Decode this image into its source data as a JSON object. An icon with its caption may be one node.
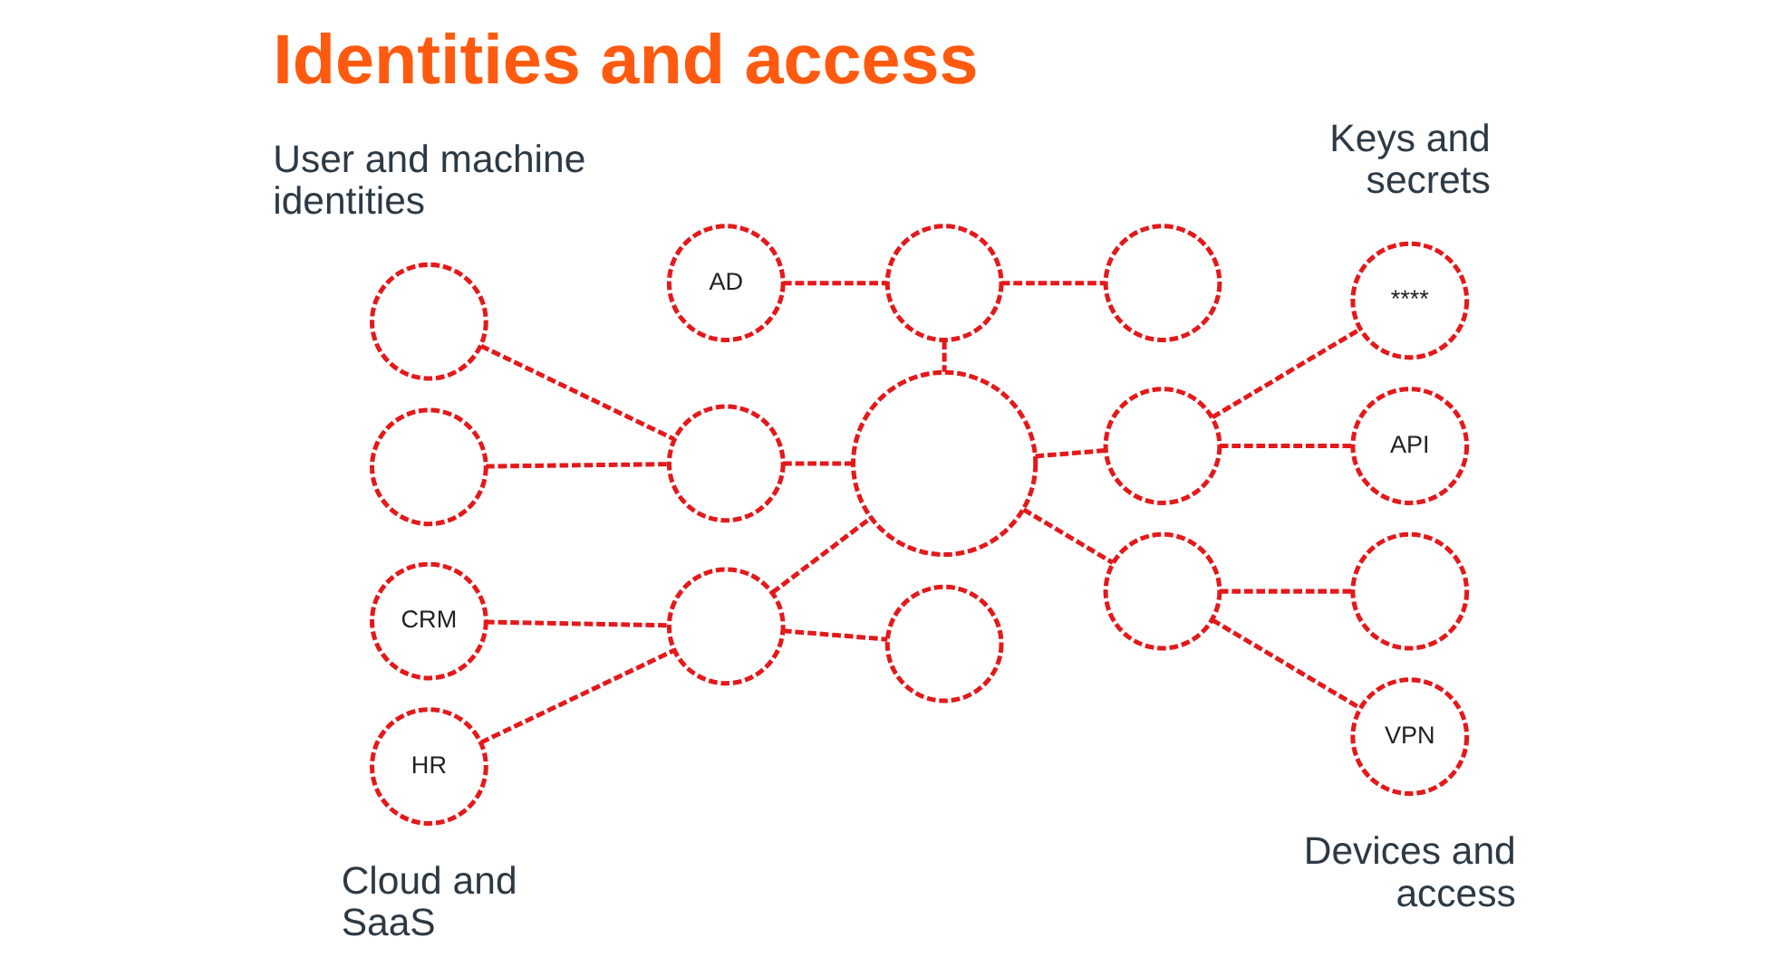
{
  "diagram": {
    "title": "Identities and access",
    "nodes": [
      {
        "text": [
          "AD"
        ]
      },
      {
        "text": [],
        "shape": "circle"
      },
      {
        "text": [],
        "shape": "circle"
      },
      {
        "text": [],
        "shape": "circle"
      },
      {
        "text": [
          "****"
        ]
      },
      {
        "text": [],
        "shape": "circle"
      },
      {
        "text": [],
        "shape": "circle"
      },
      {
        "text": [],
        "shape": "circle"
      },
      {
        "text": [],
        "shape": "circle"
      },
      {
        "text": [
          "API"
        ]
      },
      {
        "text": [
          "CRM"
        ]
      },
      {
        "text": [],
        "shape": "circle"
      },
      {
        "text": [],
        "shape": "circle"
      },
      {
        "text": [],
        "shape": "circle"
      },
      {
        "text": [
          "HR"
        ]
      },
      {
        "text": [],
        "shape": "circle"
      },
      {
        "text": [
          "VPN"
        ]
      }
    ],
    "edges": [
      {
        "from": 0,
        "to": 3,
        "arrow": "none",
        "style": "dashed"
      },
      {
        "from": 3,
        "to": 1,
        "arrow": "none",
        "style": "dashed"
      },
      {
        "from": 2,
        "to": 5,
        "arrow": "none",
        "style": "dashed"
      },
      {
        "from": 7,
        "to": 5,
        "arrow": "none",
        "style": "dashed"
      },
      {
        "from": 5,
        "to": 8,
        "arrow": "none",
        "style": "dashed"
      },
      {
        "from": 3,
        "to": 8,
        "arrow": "none",
        "style": "dashed"
      },
      {
        "from": 8,
        "to": 6,
        "arrow": "none",
        "style": "dashed"
      },
      {
        "from": 6,
        "to": 4,
        "arrow": "none",
        "style": "dashed"
      },
      {
        "from": 6,
        "to": 9,
        "arrow": "none",
        "style": "dashed"
      },
      {
        "from": 10,
        "to": 11,
        "arrow": "none",
        "style": "dashed"
      },
      {
        "from": 14,
        "to": 11,
        "arrow": "none",
        "style": "dashed"
      },
      {
        "from": 11,
        "to": 8,
        "arrow": "none",
        "style": "dashed"
      },
      {
        "from": 11,
        "to": 15,
        "arrow": "none",
        "style": "dashed"
      },
      {
        "from": 8,
        "to": 12,
        "arrow": "none",
        "style": "dashed"
      },
      {
        "from": 12,
        "to": 13,
        "arrow": "none",
        "style": "dashed"
      },
      {
        "from": 12,
        "to": 16,
        "arrow": "none",
        "style": "dashed"
      }
    ],
    "labels": [
      "User and machine identities",
      "Keys and secrets",
      "Cloud and SaaS",
      "Devices and access"
    ]
  }
}
